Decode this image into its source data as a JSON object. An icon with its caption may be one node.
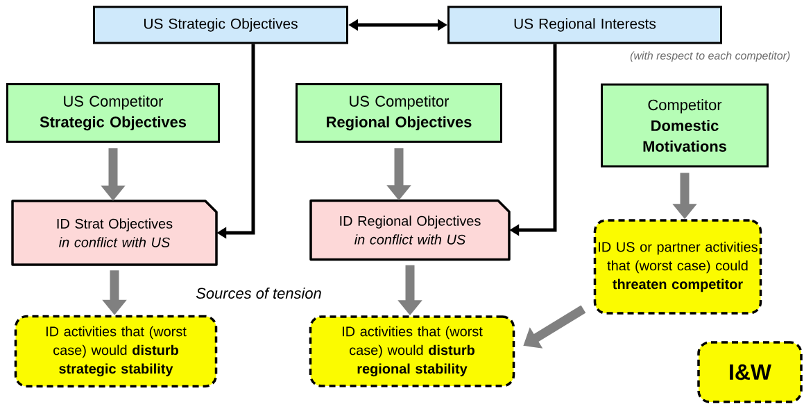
{
  "diagram": {
    "nodes": [
      {
        "text": [
          "US Strategic Objectives"
        ]
      },
      {
        "text": [
          "US Regional Interests"
        ],
        "beside": [
          "(with respect to each competitor)"
        ]
      },
      {
        "text": [
          "US Competitor **Strategic Objectives**"
        ]
      },
      {
        "text": [
          "US Competitor **Regional Objectives**"
        ]
      },
      {
        "text": [
          "Competitor **Domestic Motivations**"
        ]
      },
      {
        "text": [
          "ID Strat Objectives *in conflict with US*"
        ]
      },
      {
        "text": [
          "ID Regional Objectives *in conflict with US*"
        ]
      },
      {
        "text": [
          "ID US or partner activities that (worst case) could **threaten competitor**"
        ]
      },
      {
        "text": [
          "ID activities that (worst case) would **disturb strategic stability**"
        ]
      },
      {
        "text": [
          "ID activities that (worst case) would **disturb regional stability**"
        ]
      },
      {
        "text": [
          "I&W"
        ]
      }
    ],
    "edges": [
      {
        "from": 0,
        "to": 1,
        "arrow": "both",
        "color": "#000000"
      },
      {
        "from": 0,
        "to": 5,
        "arrow": "to",
        "color": "#000000"
      },
      {
        "from": 1,
        "to": 6,
        "arrow": "to",
        "color": "#000000"
      },
      {
        "from": 2,
        "to": 5,
        "arrow": "to"
      },
      {
        "from": 3,
        "to": 6,
        "arrow": "to"
      },
      {
        "from": 4,
        "to": 7,
        "arrow": "to"
      },
      {
        "from": 5,
        "to": 8,
        "arrow": "to"
      },
      {
        "from": 6,
        "to": 9,
        "arrow": "to"
      },
      {
        "from": 7,
        "to": 9,
        "arrow": "to"
      }
    ],
    "labels": [
      "Sources of tension"
    ]
  }
}
